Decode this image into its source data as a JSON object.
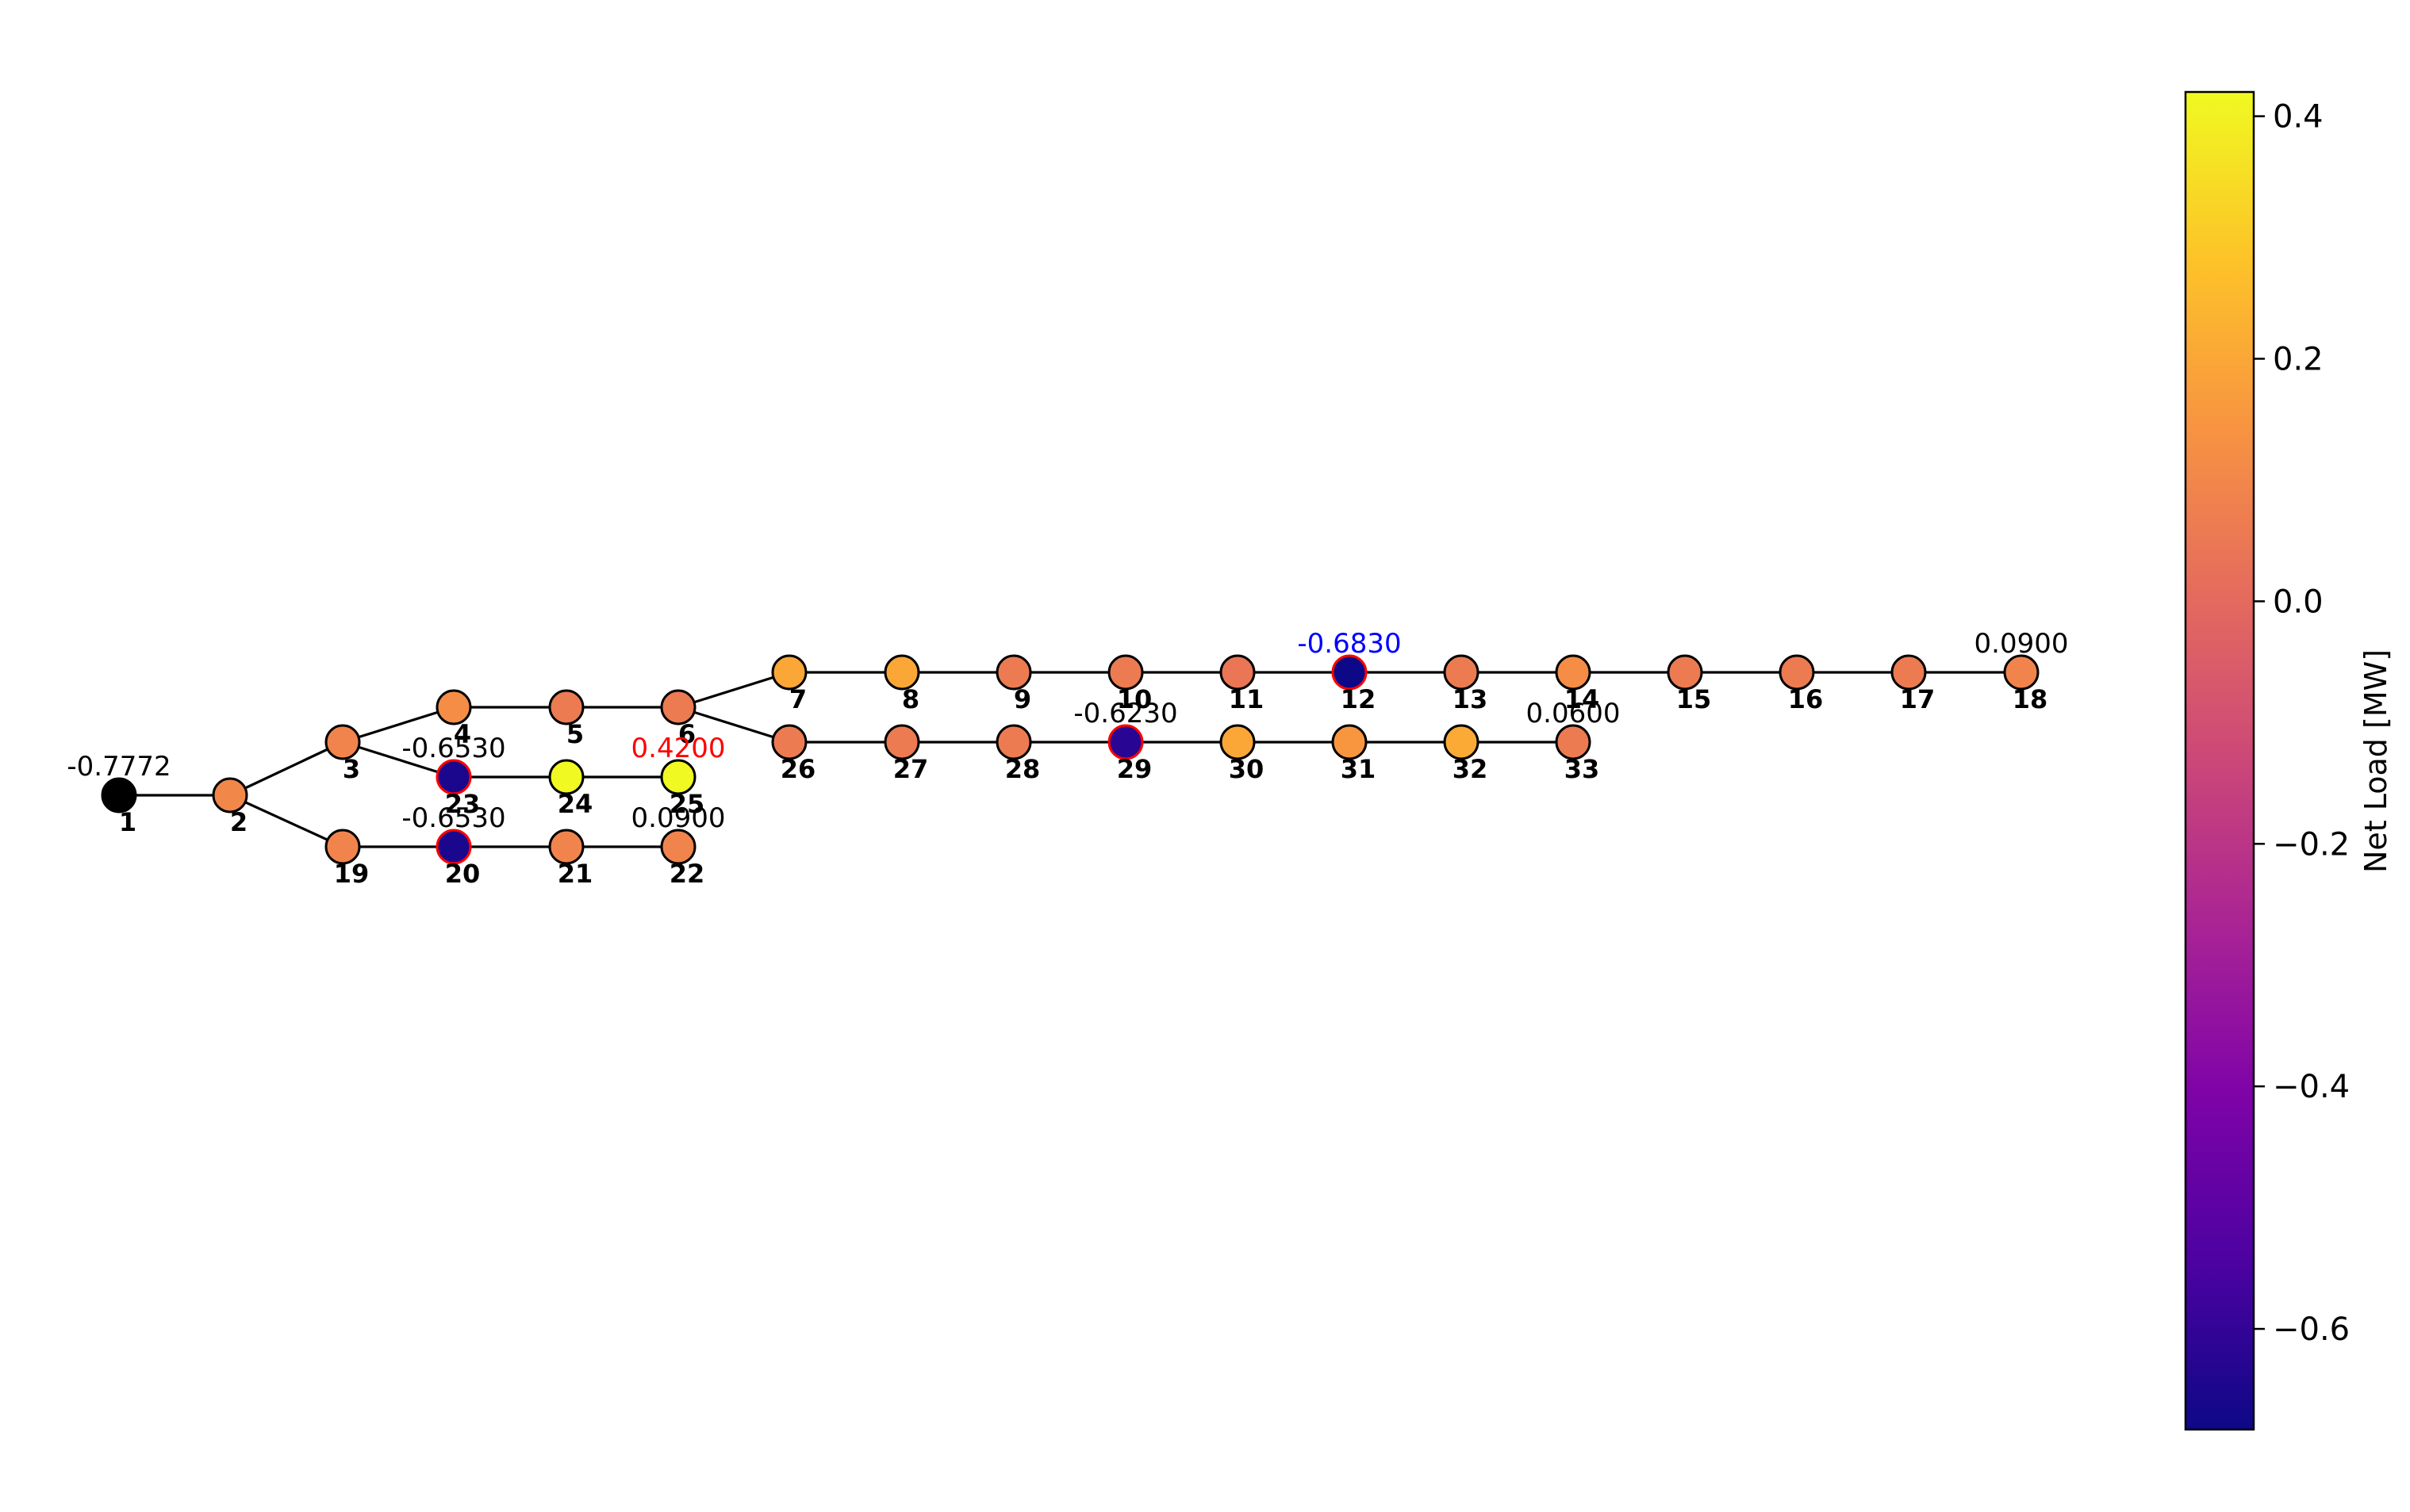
{
  "network": {
    "nodes": [
      {
        "id": "1",
        "net_load": null,
        "is_slack": true
      },
      {
        "id": "2",
        "net_load": 0.1
      },
      {
        "id": "3",
        "net_load": 0.09
      },
      {
        "id": "4",
        "net_load": 0.12
      },
      {
        "id": "5",
        "net_load": 0.06
      },
      {
        "id": "6",
        "net_load": 0.06
      },
      {
        "id": "7",
        "net_load": 0.2
      },
      {
        "id": "8",
        "net_load": 0.2
      },
      {
        "id": "9",
        "net_load": 0.06
      },
      {
        "id": "10",
        "net_load": 0.06
      },
      {
        "id": "11",
        "net_load": 0.045
      },
      {
        "id": "12",
        "net_load": -0.683,
        "highlighted": true
      },
      {
        "id": "13",
        "net_load": 0.06
      },
      {
        "id": "14",
        "net_load": 0.12
      },
      {
        "id": "15",
        "net_load": 0.06
      },
      {
        "id": "16",
        "net_load": 0.06
      },
      {
        "id": "17",
        "net_load": 0.06
      },
      {
        "id": "18",
        "net_load": 0.09
      },
      {
        "id": "19",
        "net_load": 0.09
      },
      {
        "id": "20",
        "net_load": -0.653,
        "highlighted": true
      },
      {
        "id": "21",
        "net_load": 0.09
      },
      {
        "id": "22",
        "net_load": 0.09
      },
      {
        "id": "23",
        "net_load": -0.653,
        "highlighted": true
      },
      {
        "id": "24",
        "net_load": 0.42
      },
      {
        "id": "25",
        "net_load": 0.42
      },
      {
        "id": "26",
        "net_load": 0.06
      },
      {
        "id": "27",
        "net_load": 0.06
      },
      {
        "id": "28",
        "net_load": 0.06
      },
      {
        "id": "29",
        "net_load": -0.623,
        "highlighted": true
      },
      {
        "id": "30",
        "net_load": 0.2
      },
      {
        "id": "31",
        "net_load": 0.15
      },
      {
        "id": "32",
        "net_load": 0.21
      },
      {
        "id": "33",
        "net_load": 0.06
      }
    ],
    "edges": [
      [
        "1",
        "2"
      ],
      [
        "2",
        "3"
      ],
      [
        "2",
        "19"
      ],
      [
        "3",
        "4"
      ],
      [
        "3",
        "23"
      ],
      [
        "4",
        "5"
      ],
      [
        "5",
        "6"
      ],
      [
        "6",
        "7"
      ],
      [
        "6",
        "26"
      ],
      [
        "7",
        "8"
      ],
      [
        "8",
        "9"
      ],
      [
        "9",
        "10"
      ],
      [
        "10",
        "11"
      ],
      [
        "11",
        "12"
      ],
      [
        "12",
        "13"
      ],
      [
        "13",
        "14"
      ],
      [
        "14",
        "15"
      ],
      [
        "15",
        "16"
      ],
      [
        "16",
        "17"
      ],
      [
        "17",
        "18"
      ],
      [
        "19",
        "20"
      ],
      [
        "20",
        "21"
      ],
      [
        "21",
        "22"
      ],
      [
        "23",
        "24"
      ],
      [
        "24",
        "25"
      ],
      [
        "26",
        "27"
      ],
      [
        "27",
        "28"
      ],
      [
        "28",
        "29"
      ],
      [
        "29",
        "30"
      ],
      [
        "30",
        "31"
      ],
      [
        "31",
        "32"
      ],
      [
        "32",
        "33"
      ]
    ]
  },
  "annotations": [
    {
      "node": "1",
      "text": "-0.7772",
      "color": "#000000"
    },
    {
      "node": "23",
      "text": "-0.6530",
      "color": "#000000"
    },
    {
      "node": "25",
      "text": "0.4200",
      "color": "#ff0000"
    },
    {
      "node": "20",
      "text": "-0.6530",
      "color": "#000000"
    },
    {
      "node": "22",
      "text": "0.0900",
      "color": "#000000"
    },
    {
      "node": "29",
      "text": "-0.6230",
      "color": "#000000"
    },
    {
      "node": "12",
      "text": "-0.6830",
      "color": "#0000ff"
    },
    {
      "node": "33",
      "text": "0.0600",
      "color": "#000000"
    },
    {
      "node": "18",
      "text": "0.0900",
      "color": "#000000"
    }
  ],
  "colorbar": {
    "label": "Net Load [MW]",
    "colormap": "plasma",
    "vmin": -0.683,
    "vmax": 0.42,
    "ticks": [
      {
        "value": 0.4,
        "label": "0.4"
      },
      {
        "value": 0.2,
        "label": "0.2"
      },
      {
        "value": 0.0,
        "label": "0.0"
      },
      {
        "value": -0.2,
        "label": "−0.2"
      },
      {
        "value": -0.4,
        "label": "−0.4"
      },
      {
        "value": -0.6,
        "label": "−0.6"
      }
    ]
  },
  "colors": {
    "slack_node": "#000000",
    "highlight_edge": "#ff0000",
    "node_edge": "#000000",
    "line": "#000000"
  }
}
